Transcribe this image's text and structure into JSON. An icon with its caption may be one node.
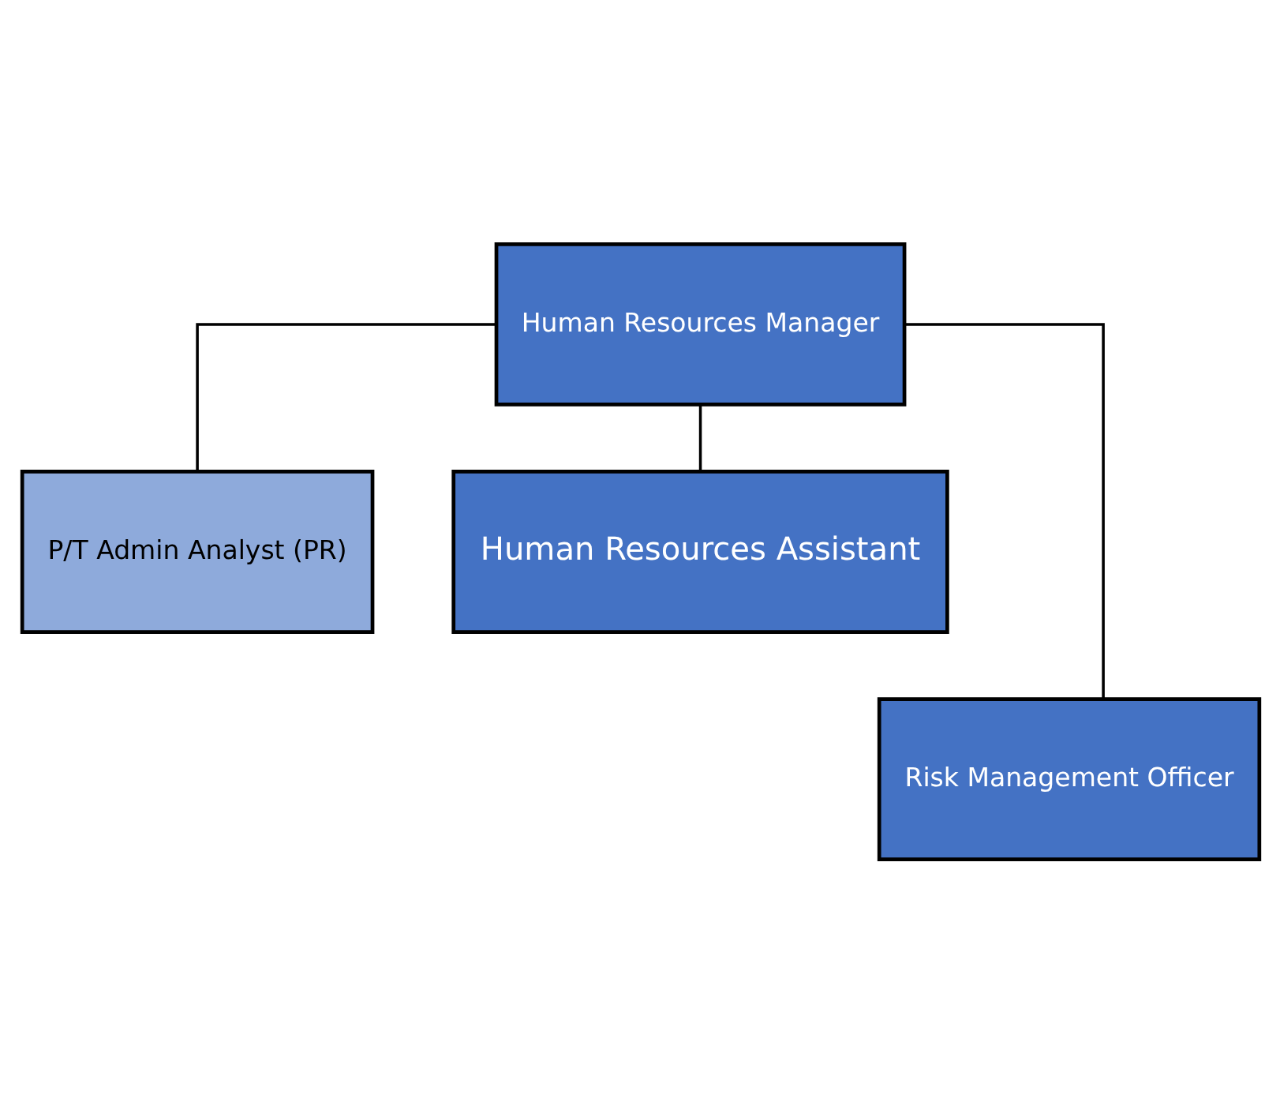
{
  "diagram": {
    "nodes": [
      {
        "text": [
          "Human Resources Manager"
        ]
      },
      {
        "text": [
          "P/T Admin Analyst (PR)"
        ]
      },
      {
        "text": [
          "Human Resources Assistant"
        ]
      },
      {
        "text": [
          "Risk Management Officer"
        ]
      }
    ],
    "edges": [
      {
        "from": 0,
        "to": 1,
        "arrow": "none"
      },
      {
        "from": 0,
        "to": 2,
        "arrow": "none"
      },
      {
        "from": 0,
        "to": 3,
        "arrow": "none"
      }
    ]
  }
}
